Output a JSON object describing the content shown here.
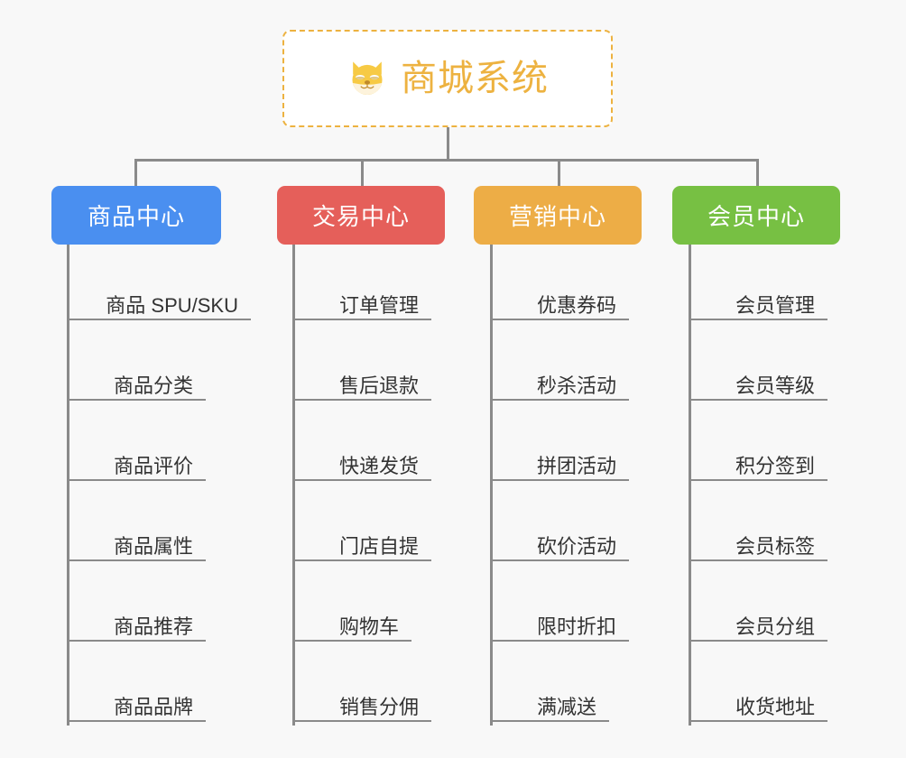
{
  "diagram": {
    "type": "mindmap",
    "background_color": "#f8f8f8",
    "root": {
      "title": "商城系统",
      "icon": "shiba-dog-face-emoji",
      "border_color": "#edb240",
      "text_color": "#edb240",
      "border_style": "dashed"
    },
    "connector_color": "#8a8a8a",
    "branches": [
      {
        "label": "商品中心",
        "color": "#4a8ff0",
        "leaves": [
          "商品 SPU/SKU",
          "商品分类",
          "商品评价",
          "商品属性",
          "商品推荐",
          "商品品牌"
        ]
      },
      {
        "label": "交易中心",
        "color": "#e55f5a",
        "leaves": [
          "订单管理",
          "售后退款",
          "快递发货",
          "门店自提",
          "购物车",
          "销售分佣"
        ]
      },
      {
        "label": "营销中心",
        "color": "#edad46",
        "leaves": [
          "优惠券码",
          "秒杀活动",
          "拼团活动",
          "砍价活动",
          "限时折扣",
          "满减送"
        ]
      },
      {
        "label": "会员中心",
        "color": "#77c043",
        "leaves": [
          "会员管理",
          "会员等级",
          "积分签到",
          "会员标签",
          "会员分组",
          "收货地址"
        ]
      }
    ]
  }
}
